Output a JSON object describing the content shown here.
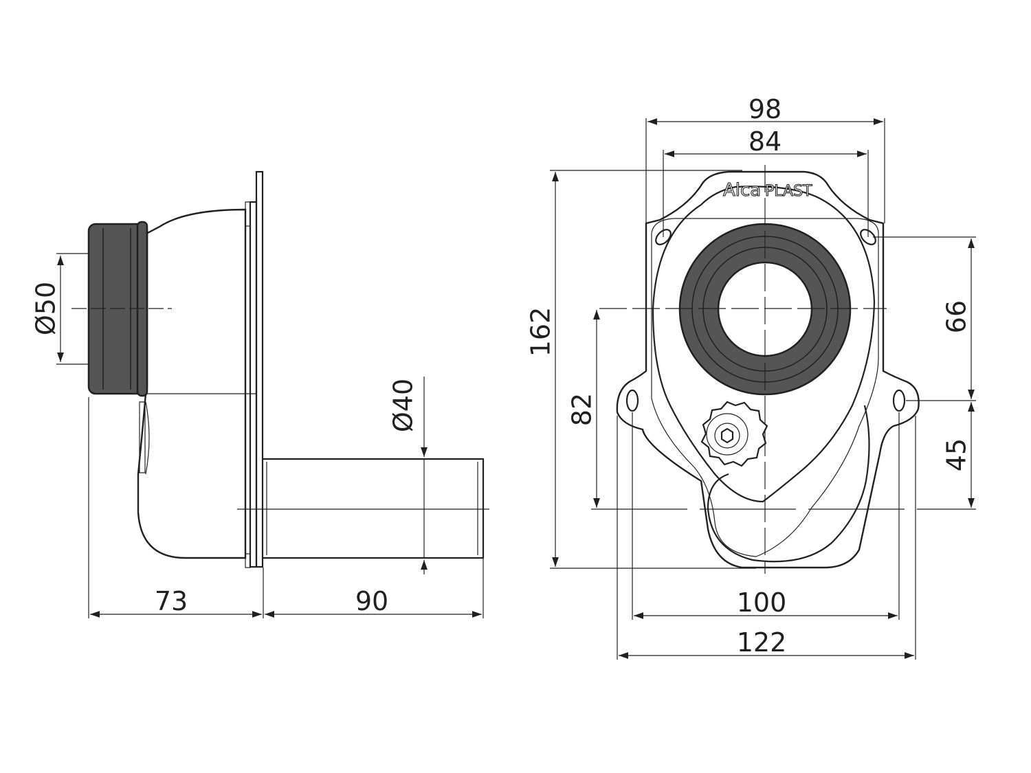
{
  "side_view": {
    "inlet_diameter": "Ø50",
    "outlet_diameter": "Ø40",
    "body_depth": "73",
    "outlet_length": "90"
  },
  "front_view": {
    "logo_main": "Alca",
    "logo_sub": "PLAST",
    "outer_hole_spacing": "98",
    "inner_hole_spacing": "84",
    "total_height": "162",
    "upper_hole_offset": "66",
    "lower_hole_offset": "45",
    "inlet_center_height": "82",
    "inner_width": "100",
    "total_width": "122"
  }
}
